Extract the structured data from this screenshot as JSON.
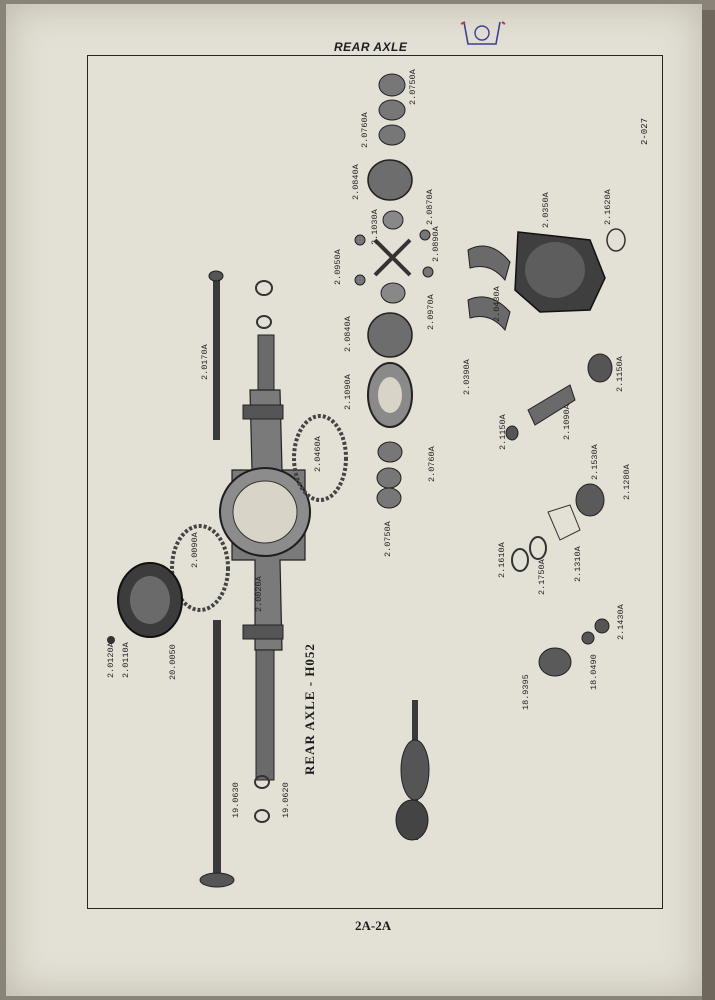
{
  "header": {
    "section_title": "REAR AXLE"
  },
  "page": {
    "code": "2-027",
    "footer": "2A-2A"
  },
  "diagram": {
    "title": "REAR AXLE - H052"
  },
  "labels": {
    "l_0120A": "2.0120A",
    "l_0110A": "2.0110A",
    "l_0050": "20.0050",
    "l_0090A": "2.0090A",
    "l_0020A": "2.0020A",
    "l_0460A": "2.0460A",
    "l_0170A": "2.0170A",
    "l_0630": "19.0630",
    "l_0620": "19.0620",
    "l_0750A_b": "2.0750A",
    "l_0760A_b": "2.0760A",
    "l_1090A": "2.1090A",
    "l_0840A_b": "2.0840A",
    "l_0950A": "2.0950A",
    "l_1030A": "2.1030A",
    "l_0840A_t": "2.0840A",
    "l_0760A_t": "2.0760A",
    "l_0750A_t": "2.0750A",
    "l_0870A": "2.0870A",
    "l_0890A": "2.0890A",
    "l_0970A": "2.0970A",
    "l_0390A": "2.0390A",
    "l_0430A": "2.0430A",
    "l_0350A": "2.0350A",
    "l_1620A": "2.1620A",
    "l_1150A_l": "2.1150A",
    "l_1090A_p": "2.1090A",
    "l_1150A_r": "2.1150A",
    "l_1610A": "2.1610A",
    "l_1750A": "2.1750A",
    "l_1310A": "2.1310A",
    "l_1530A": "2.1530A",
    "l_1280A": "2.1280A",
    "l_9395": "18.9395",
    "l_0490": "18.0490",
    "l_1430A": "2.1430A"
  }
}
